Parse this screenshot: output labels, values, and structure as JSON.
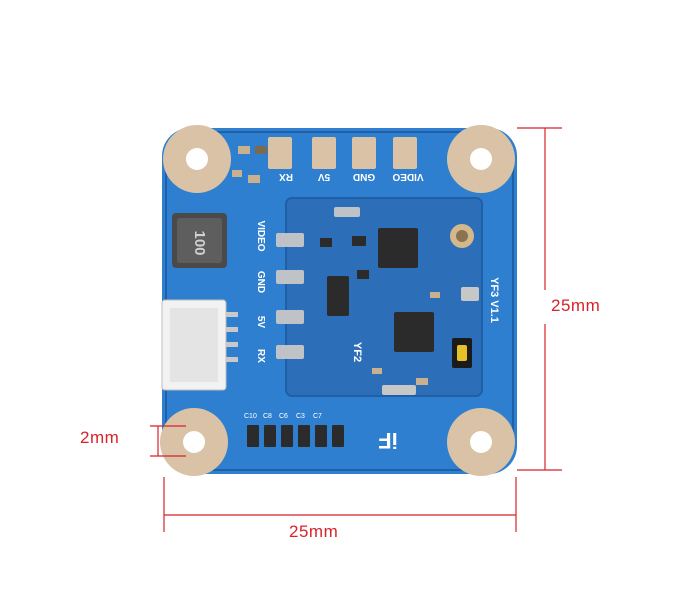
{
  "image": {
    "subject": "flight-controller-board",
    "board_color": "#2f7fd0",
    "pad_color": "#d9c2a6",
    "dimension_color": "#d8232a"
  },
  "dimensions": {
    "hole_diameter": "2mm",
    "height": "25mm",
    "width": "25mm"
  },
  "silkscreen": {
    "header_labels": [
      "RX",
      "5V",
      "GND",
      "VIDEO"
    ],
    "side_labels": [
      "VIDEO",
      "GND",
      "5V",
      "RX"
    ],
    "inductor_marking": "100",
    "version": "YF3 V1.1",
    "module_version": "YF2",
    "capacitor_labels": [
      "C10",
      "C8",
      "C6",
      "C3",
      "C7"
    ],
    "brand_mark": "iF"
  }
}
